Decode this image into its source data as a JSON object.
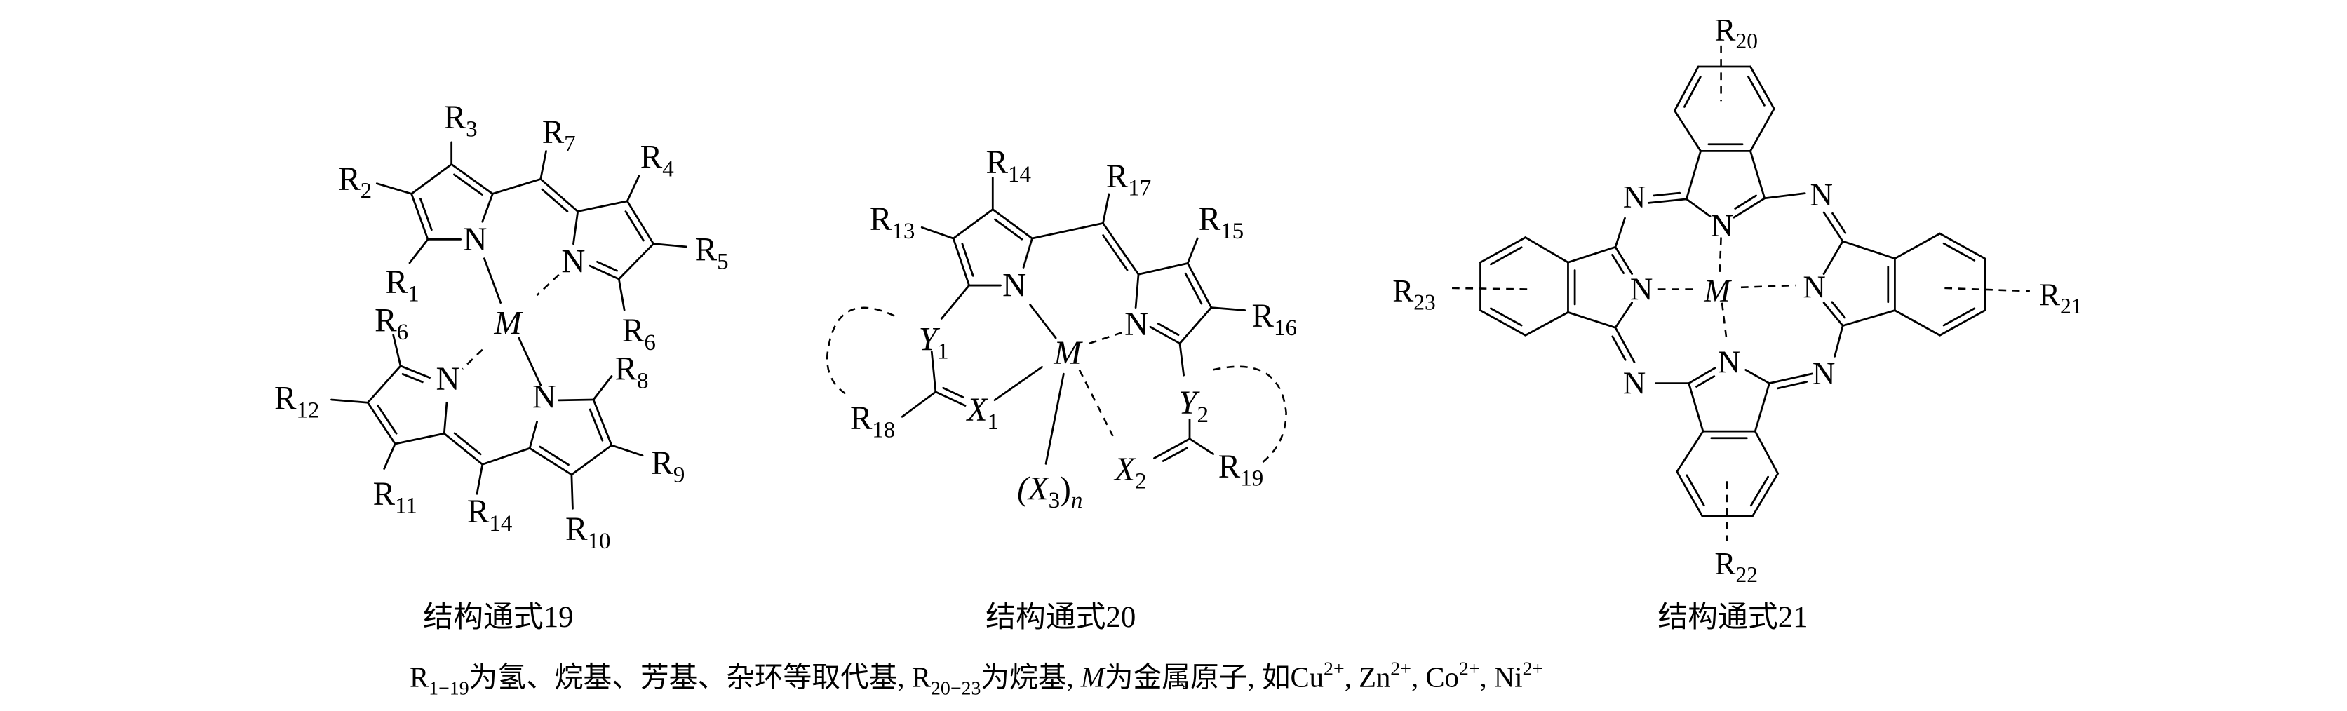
{
  "structures": [
    {
      "id": "19",
      "caption": "结构通式19",
      "labels": [
        {
          "t": "R",
          "s": "3"
        },
        {
          "t": "R",
          "s": "7"
        },
        {
          "t": "R",
          "s": "2"
        },
        {
          "t": "R",
          "s": "4"
        },
        {
          "t": "N"
        },
        {
          "t": "R",
          "s": "5"
        },
        {
          "t": "R",
          "s": "1"
        },
        {
          "t": "N"
        },
        {
          "t": "M"
        },
        {
          "t": "R",
          "s": "6"
        },
        {
          "t": "R",
          "s": "6"
        },
        {
          "t": "R",
          "s": "8"
        },
        {
          "t": "N"
        },
        {
          "t": "R",
          "s": "12"
        },
        {
          "t": "N"
        },
        {
          "t": "R",
          "s": "9"
        },
        {
          "t": "R",
          "s": "11"
        },
        {
          "t": "R",
          "s": "14"
        },
        {
          "t": "R",
          "s": "10"
        }
      ]
    },
    {
      "id": "20",
      "caption": "结构通式20",
      "labels": [
        {
          "t": "R",
          "s": "14"
        },
        {
          "t": "R",
          "s": "17"
        },
        {
          "t": "R",
          "s": "13"
        },
        {
          "t": "R",
          "s": "15"
        },
        {
          "t": "N"
        },
        {
          "t": "R",
          "s": "16"
        },
        {
          "t": "N"
        },
        {
          "t": "Y",
          "s": "1"
        },
        {
          "t": "M"
        },
        {
          "t": "Y",
          "s": "2"
        },
        {
          "t": "X",
          "s": "1"
        },
        {
          "t": "R",
          "s": "18"
        },
        {
          "t": "X",
          "s": "2"
        },
        {
          "t": "R",
          "s": "19"
        },
        {
          "t": "(X",
          "s": "3",
          "t2": ")",
          "s2": "n"
        }
      ]
    },
    {
      "id": "21",
      "caption": "结构通式21",
      "labels": [
        {
          "t": "R",
          "s": "20"
        },
        {
          "t": "N"
        },
        {
          "t": "N"
        },
        {
          "t": "N"
        },
        {
          "t": "R",
          "s": "23"
        },
        {
          "t": "N"
        },
        {
          "t": "M"
        },
        {
          "t": "N"
        },
        {
          "t": "R",
          "s": "21"
        },
        {
          "t": "N"
        },
        {
          "t": "N"
        },
        {
          "t": "N"
        },
        {
          "t": "R",
          "s": "22"
        }
      ]
    }
  ],
  "footnote": [
    {
      "t": "R"
    },
    {
      "sub": "1−19"
    },
    {
      "t": "为氢、烷基、芳基、杂环等取代基, R"
    },
    {
      "sub": "20−23"
    },
    {
      "t": "为烷基, "
    },
    {
      "it": "M"
    },
    {
      "t": "为金属原子, 如Cu"
    },
    {
      "sup": "2+"
    },
    {
      "t": ", Zn"
    },
    {
      "sup": "2+"
    },
    {
      "t": ", Co"
    },
    {
      "sup": "2+"
    },
    {
      "t": ", Ni"
    },
    {
      "sup": "2+"
    }
  ]
}
